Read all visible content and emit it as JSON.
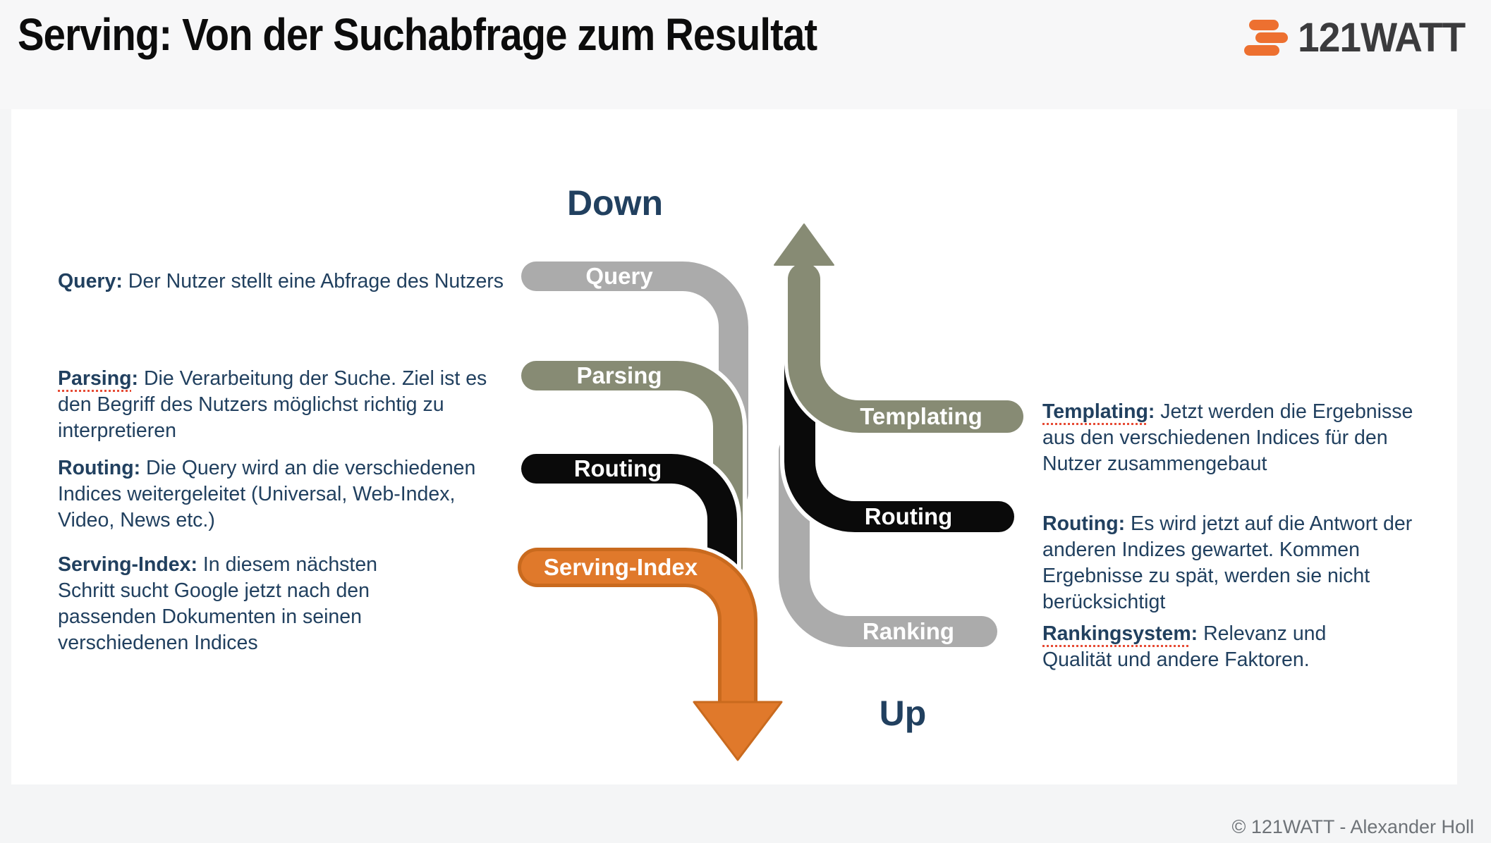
{
  "title": "Serving: Von der Suchabfrage zum Resultat",
  "logo": {
    "text": "121WATT",
    "accent_color": "#ED7030",
    "text_color": "#3B3B3D"
  },
  "footer": {
    "copyright": "© 121WATT - Alexander Holl"
  },
  "diagram": {
    "down_label": "Down",
    "up_label": "Up",
    "colors": {
      "gray": "#ABABAB",
      "olive": "#878B74",
      "black": "#0A0A0A",
      "orange": "#E0792B",
      "orange_outline": "#C96A1E",
      "navy": "#21405F"
    },
    "down_pipes": [
      {
        "label": "Query",
        "color": "#ABABAB"
      },
      {
        "label": "Parsing",
        "color": "#878B74"
      },
      {
        "label": "Routing",
        "color": "#0A0A0A"
      },
      {
        "label": "Serving-Index",
        "color": "#E0792B"
      }
    ],
    "up_pipes": [
      {
        "label": "Templating",
        "color": "#878B74"
      },
      {
        "label": "Routing",
        "color": "#0A0A0A"
      },
      {
        "label": "Ranking",
        "color": "#ABABAB"
      }
    ]
  },
  "left_notes": [
    {
      "word": "Query",
      "colon": ":",
      "body": " Der Nutzer stellt eine Abfrage des Nutzers"
    },
    {
      "word": "Parsing",
      "colon": ":",
      "body": " Die Verarbeitung der Suche. Ziel ist es den Begriff des Nutzers möglichst richtig zu interpretieren"
    },
    {
      "word": "Routing",
      "colon": ":",
      "body": " Die Query wird an die verschiedenen Indices weitergeleitet (Universal, Web-Index, Video, News etc.)"
    },
    {
      "word": "Serving-Index",
      "colon": ":",
      "body": " In diesem nächsten Schritt sucht Google jetzt nach den passenden Dokumenten in seinen verschiedenen Indices"
    }
  ],
  "right_notes": [
    {
      "word": "Templating",
      "colon": ":",
      "body": " Jetzt werden die Ergebnisse aus den verschiedenen Indices für den Nutzer zusammengebaut"
    },
    {
      "word": "Routing",
      "colon": ":",
      "body": " Es wird jetzt auf die Antwort der anderen Indizes gewartet. Kommen Ergebnisse zu spät, werden sie nicht berücksichtigt"
    },
    {
      "word": "Rankingsystem",
      "colon": ":",
      "body": " Relevanz und Qualität und andere Faktoren."
    }
  ]
}
